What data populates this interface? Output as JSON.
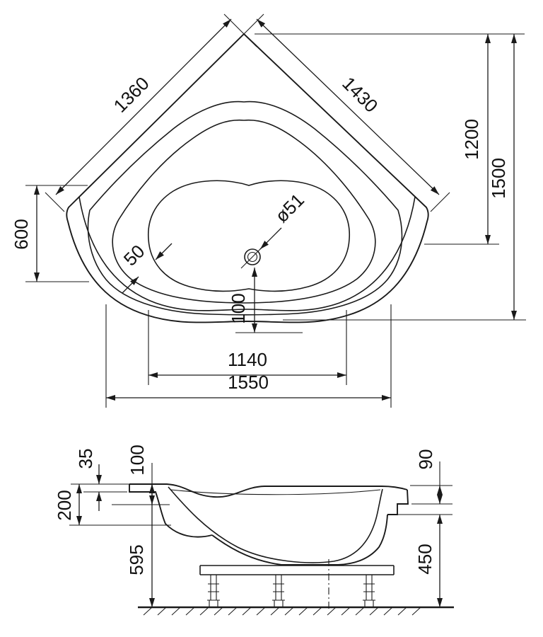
{
  "top_view": {
    "edge_left": "1360",
    "edge_right": "1430",
    "inner_height": "1200",
    "overall_height": "1500",
    "side_depth": "600",
    "drain_diameter": "ø51",
    "drain_offset": "50",
    "drain_to_front": "100",
    "inner_width": "1140",
    "overall_width": "1550"
  },
  "side_view": {
    "rim_thickness": "35",
    "rim_height": "100",
    "skirt_height": "200",
    "overall_height": "595",
    "rim_right_height": "90",
    "body_height": "450"
  }
}
